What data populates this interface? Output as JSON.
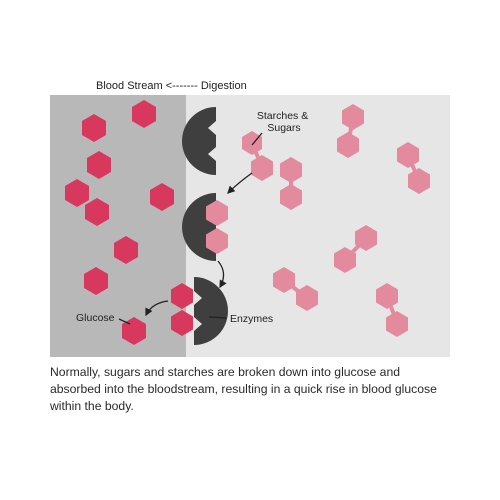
{
  "header": {
    "label": "Blood Stream <------- Digestion"
  },
  "diagram": {
    "starches_label_line1": "Starches &",
    "starches_label_line2": "Sugars",
    "glucose_label": "Glucose",
    "enzymes_label": "Enzymes",
    "colors": {
      "bloodstream_bg": "#b8b8b8",
      "digestion_bg": "#e6e6e6",
      "glucose": "#d8385e",
      "starch": "#e38a9f",
      "enzyme": "#3f3f3f"
    }
  },
  "caption": {
    "text": "Normally, sugars and starches are broken down into glucose and absorbed into the bloodstream, resulting in a quick rise in blood glucose within the body."
  }
}
